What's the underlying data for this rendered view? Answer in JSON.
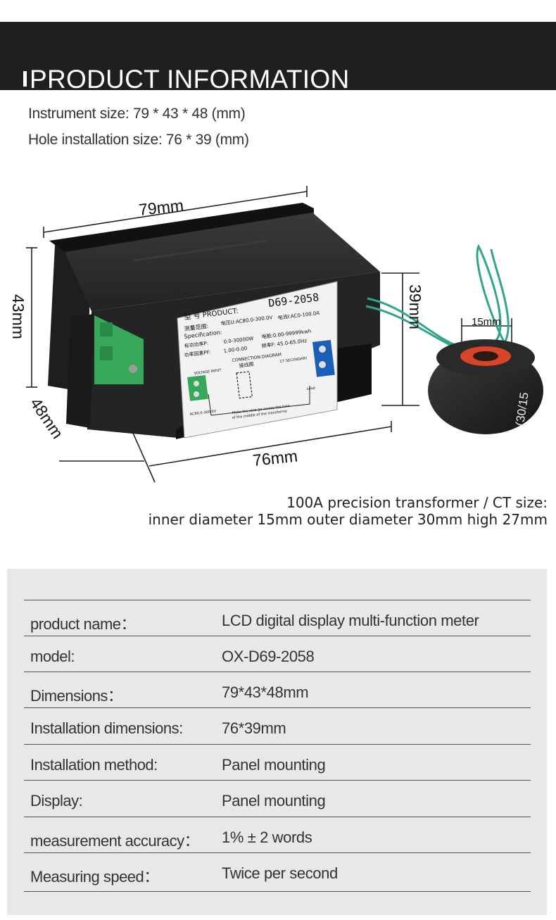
{
  "header": {
    "title": "PRODUCT INFORMATION"
  },
  "specs": [
    "Instrument size: 79 * 43 * 48 (mm)",
    "Hole installation size: 76 * 39 (mm)"
  ],
  "diagram": {
    "width_label": "79mm",
    "height_label": "43mm",
    "depth_label": "48mm",
    "hole_width_label": "76mm",
    "hole_height_label": "39mm",
    "ct_inner_label": "15mm",
    "ct_mark": "(30/15",
    "meter_label": {
      "product_prefix": "型    号 PRODUCT:",
      "model": "D69-2058",
      "line1_cn": "测量范围:",
      "spec_en": "Specification:",
      "voltage": "电压U:AC80.0-300.0V",
      "current": "电流I:AC0-100.0A",
      "power": "有功功率P:",
      "power_val": "0.0-30000W",
      "energy": "电能:0.00-99999kwh",
      "pf": "功率因素PF:",
      "pf_val": "1.00-0.00",
      "freq": "频率F: 45.0-65.0Hz",
      "connection": "CONNECTION DIAGRAM",
      "connection_cn": "接线图",
      "voltage_input": "VOLTAGE INPUT",
      "ct_secondary": "CT SECONDARY",
      "voltage_range": "AC80.0-300.0V",
      "load": "Load",
      "note1": "Make the wire go across the hole",
      "note2": "of the middle of the transforme"
    }
  },
  "ct_caption": {
    "line1": "100A precision transformer / CT size:",
    "line2": "inner diameter 15mm outer diameter 30mm high 27mm"
  },
  "table": [
    {
      "label": "product name：",
      "value": "LCD digital display multi-function meter"
    },
    {
      "label": "model:",
      "value": "OX-D69-2058"
    },
    {
      "label": "Dimensions：",
      "value": "79*43*48mm"
    },
    {
      "label": "Installation dimensions:",
      "value": "76*39mm"
    },
    {
      "label": "Installation method:",
      "value": "Panel mounting"
    },
    {
      "label": "Display:",
      "value": "Panel mounting"
    },
    {
      "label": "measurement accuracy：",
      "value": "1% ± 2 words"
    },
    {
      "label": "Measuring speed：",
      "value": "Twice per second"
    }
  ],
  "colors": {
    "header_bg": "#1f1f1f",
    "panel_bg": "#e8e8e8",
    "meter_body": "#262626",
    "terminal_green": "#37a85a",
    "terminal_blue": "#1c5fb8",
    "ct_wire": "#2fa58c",
    "ct_inner": "#d8432a"
  }
}
